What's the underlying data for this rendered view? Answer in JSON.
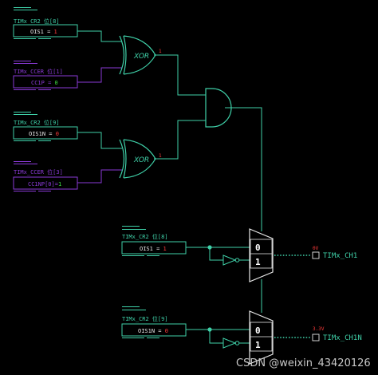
{
  "colors": {
    "background": "#000000",
    "wire": "#3fd0a8",
    "purple": "#8a3ad6",
    "box_text": "#e8e8e8",
    "value_red": "#ff3b3b",
    "value_green": "#3fdc3f",
    "node": "#3fd0a8",
    "dots": "#3fd0a8",
    "watermark": "#c8c8c8"
  },
  "registers": {
    "cr2_8_top": {
      "title": "TIMx_CR2 位[8]",
      "name": "OIS1",
      "eq": " = ",
      "value": "1"
    },
    "ccer_1": {
      "title": "TIMx_CCER 位[1]",
      "name": "CC1P",
      "eq": " = ",
      "value": "0"
    },
    "cr2_9_top": {
      "title": "TIMx_CR2 位[9]",
      "name": "OIS1N",
      "eq": " = ",
      "value": "0"
    },
    "ccer_3": {
      "title": "TIMx_CCER 位[3]",
      "name": "CC1NP[0]",
      "eq": "=",
      "value": "1"
    },
    "cr2_8_mux": {
      "title": "TIMx_CR2 位[8]",
      "name": "OIS1",
      "eq": " = ",
      "value": "1"
    },
    "cr2_9_mux": {
      "title": "TIMx_CR2 位[9]",
      "name": "OIS1N",
      "eq": " = ",
      "value": "0"
    }
  },
  "gates": {
    "xor1_label": "XOR",
    "xor1_out": "1",
    "xor2_label": "XOR",
    "xor2_out": "1"
  },
  "mux": {
    "in0": "0",
    "in1": "1"
  },
  "outputs": {
    "ch1": {
      "label": "TIMx_CH1",
      "voltage": "0V"
    },
    "ch1n": {
      "label": "TIMx_CH1N",
      "voltage": "3.3V"
    }
  },
  "watermark": "CSDN @weixin_43420126"
}
